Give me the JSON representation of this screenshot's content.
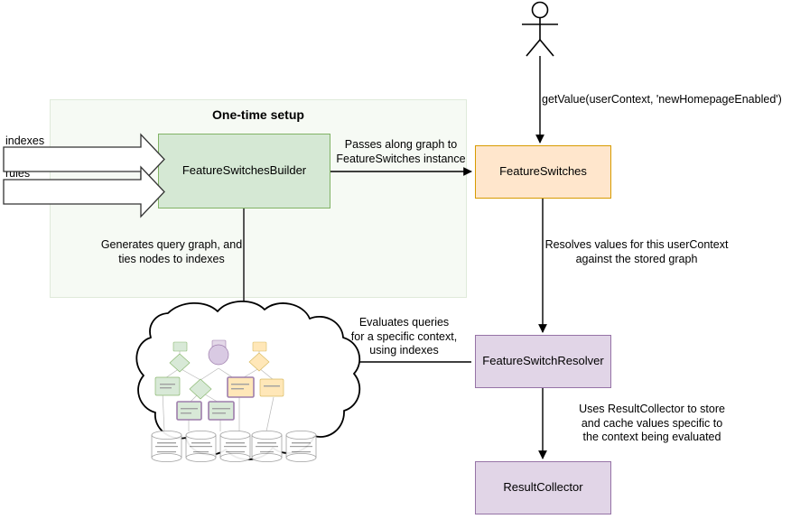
{
  "diagram": {
    "title_group": "One-time setup",
    "inputs": [
      {
        "name": "indexes-input-arrow",
        "label": "indexes"
      },
      {
        "name": "rules-input-arrow",
        "label": "rules"
      }
    ],
    "nodes": [
      {
        "id": "builder",
        "label": "FeatureSwitchesBuilder",
        "fill": "#d5e8d4",
        "stroke": "#82b366"
      },
      {
        "id": "switches",
        "label": "FeatureSwitches",
        "fill": "#ffe6cc",
        "stroke": "#d79b00"
      },
      {
        "id": "resolver",
        "label": "FeatureSwitchResolver",
        "fill": "#e1d5e7",
        "stroke": "#9673a6"
      },
      {
        "id": "collector",
        "label": "ResultCollector",
        "fill": "#e1d5e7",
        "stroke": "#9673a6"
      },
      {
        "id": "cloud",
        "label": "",
        "fill": "#ffffff",
        "stroke": "#000000"
      }
    ],
    "actor": {
      "name": "user-actor",
      "label": ""
    },
    "edge_labels": {
      "actor_to_switches": "getValue(userContext, 'newHomepageEnabled')",
      "builder_to_switches": "Passes along graph to\nFeatureSwitches instance",
      "builder_to_cloud": "Generates query graph, and\nties nodes to indexes",
      "switches_to_resolver": "Resolves values for this userContext\nagainst the stored graph",
      "resolver_to_cloud": "Evaluates queries\nfor a specific context,\nusing indexes",
      "resolver_to_collector": "Uses ResultCollector to store\nand cache values specific to\nthe context being evaluated"
    },
    "colors": {
      "green_fill": "#d5e8d4",
      "green_stroke": "#82b366",
      "orange_fill": "#ffe6cc",
      "orange_stroke": "#d79b00",
      "purple_fill": "#e1d5e7",
      "purple_stroke": "#9673a6",
      "yellow_fill": "#ffe6b3",
      "yellow_stroke": "#d6b656",
      "group_fill": "#f6faf4",
      "group_stroke": "#dfeada",
      "edge": "#000000",
      "edge_gray": "#666666"
    }
  }
}
